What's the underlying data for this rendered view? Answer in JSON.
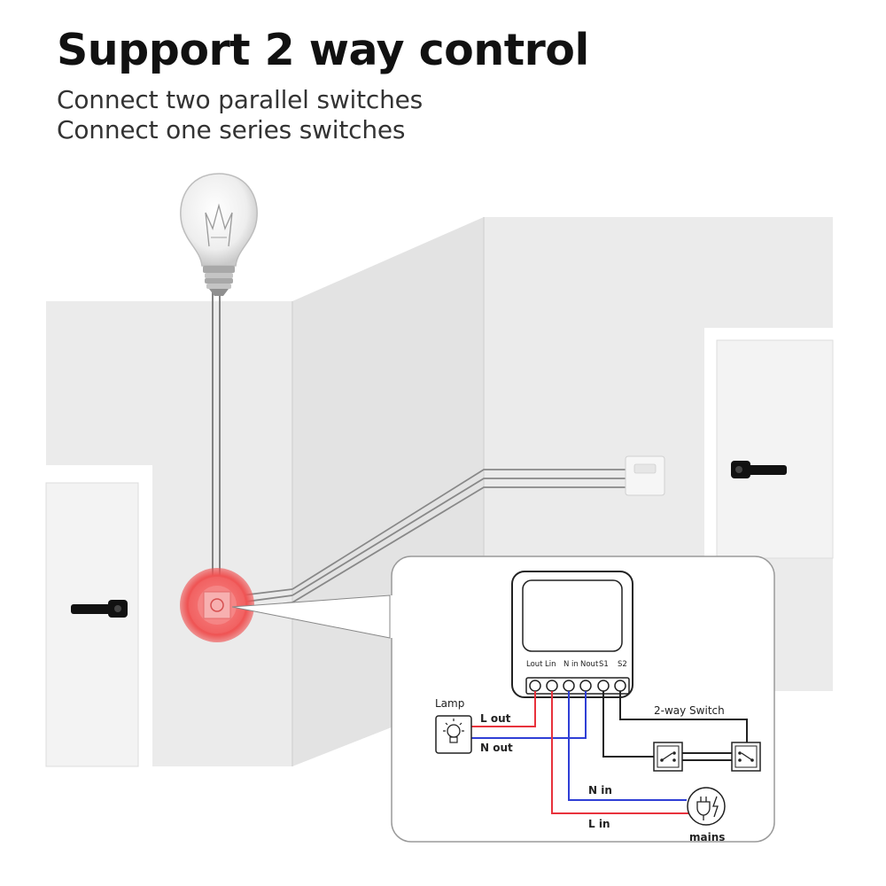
{
  "title": "Support 2 way control",
  "subtitle_lines": [
    "Connect two parallel switches",
    "Connect one series switches"
  ],
  "diagram": {
    "terminals": {
      "lout": "Lout",
      "lin": "Lin",
      "nin": "N in",
      "nout": "Nout",
      "s1": "S1",
      "s2": "S2"
    },
    "lamp_label": "Lamp",
    "l_out": "L out",
    "n_out": "N out",
    "switch_label": "2-way Switch",
    "n_in": "N in",
    "l_in": "L in",
    "mains": "mains"
  },
  "colors": {
    "live_wire": "#e8323c",
    "neutral_wire": "#2f3fd6",
    "switch_wire": "#222222",
    "wall": "#ebebeb",
    "highlight": "#f05a5a"
  },
  "icons": [
    "light-bulb-icon",
    "door-handle-icon",
    "wall-switch-icon",
    "lamp-icon",
    "two-way-switch-icon",
    "mains-plug-icon"
  ]
}
